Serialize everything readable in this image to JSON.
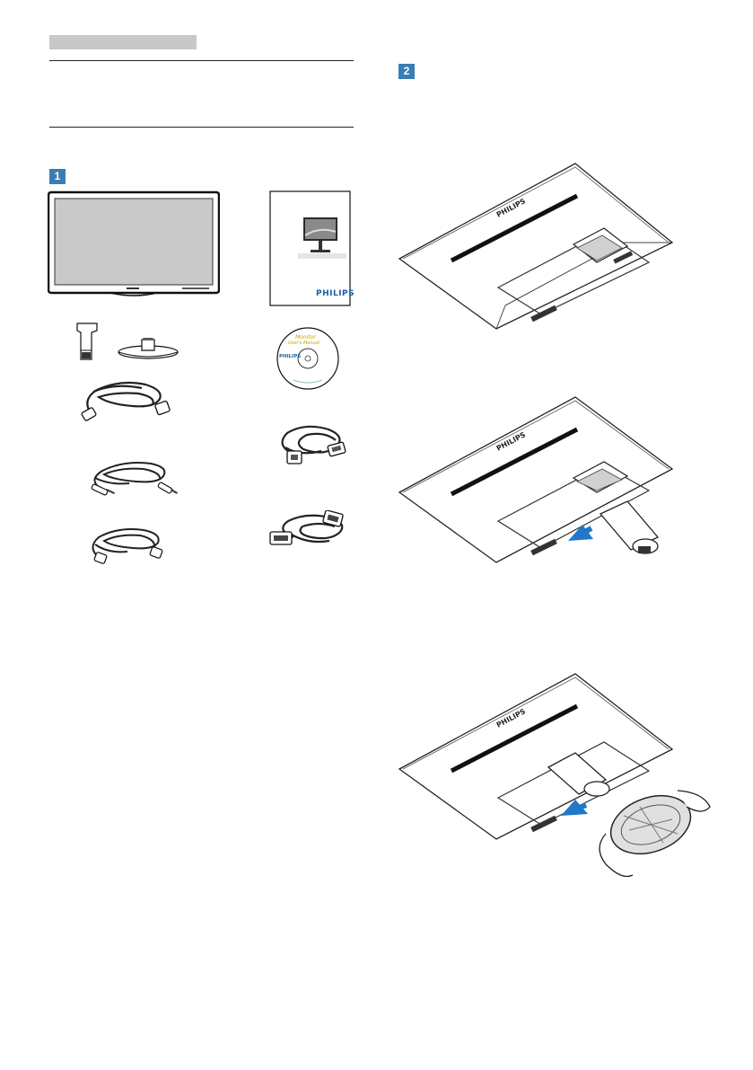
{
  "section": {
    "header_bar_color": "#c8c8c8",
    "step_color": "#3a7db5"
  },
  "left_column": {
    "step_label": "1",
    "items": [
      {
        "name": "monitor",
        "icon": "monitor-icon"
      },
      {
        "name": "user-guide",
        "brand": "PHILIPS",
        "icon": "booklet-icon"
      },
      {
        "name": "stand-column",
        "icon": "stand-column-icon"
      },
      {
        "name": "stand-base",
        "icon": "stand-base-icon"
      },
      {
        "name": "cd",
        "brand": "PHILIPS",
        "line1": "Monitor",
        "line2": "User's Manual",
        "icon": "cd-icon"
      },
      {
        "name": "power-cord",
        "icon": "power-cord-icon"
      },
      {
        "name": "vga-cable",
        "icon": "vga-cable-icon"
      },
      {
        "name": "audio-cable",
        "icon": "audio-cable-icon"
      },
      {
        "name": "hdmi-cable",
        "icon": "hdmi-cable-icon"
      },
      {
        "name": "dvi-cable",
        "icon": "dvi-cable-icon"
      }
    ]
  },
  "right_column": {
    "step_label": "2",
    "figures": [
      {
        "name": "monitor-back",
        "icon": "monitor-back-icon"
      },
      {
        "name": "attach-column",
        "icon": "attach-column-icon"
      },
      {
        "name": "attach-base",
        "icon": "attach-base-icon"
      }
    ],
    "arrow_color": "#1f78c8"
  }
}
